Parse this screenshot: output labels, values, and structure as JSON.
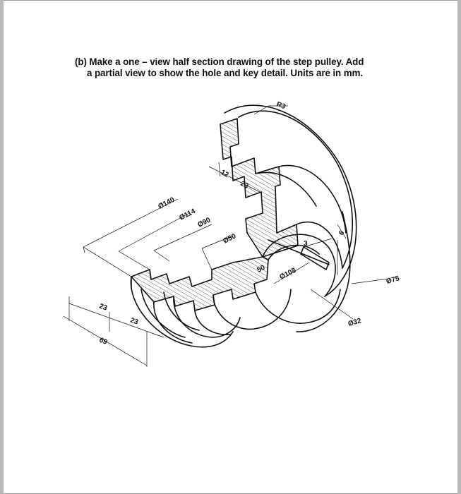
{
  "task": {
    "line1": "(b) Make a one – view half section drawing of the step pulley. Add",
    "line2": "a partial view to show the hole and key detail. Units are in mm."
  },
  "dimensions": {
    "r3": "R3",
    "d12": "12",
    "d23_top": "23",
    "dia140": "Ø140",
    "dia114": "Ø114",
    "dia90": "Ø90",
    "dia50": "Ø50",
    "d50": "50",
    "dia108": "Ø108",
    "d3": "3",
    "d6": "6",
    "dia75": "Ø75",
    "dia32": "Ø32",
    "d23_left": "23",
    "d23_mid": "23",
    "d69": "69"
  },
  "colors": {
    "ink": "#111111",
    "frame": "#9a9a9a"
  }
}
